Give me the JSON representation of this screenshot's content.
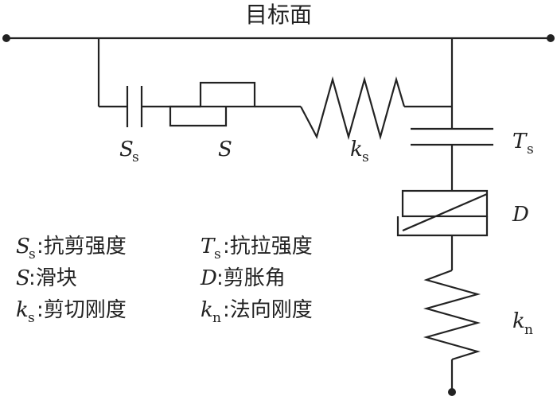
{
  "title": "目标面",
  "symbols": {
    "Ss_main": "S",
    "Ss_sub": "s",
    "S": "S",
    "ks_main": "k",
    "ks_sub": "s",
    "Ts_main": "T",
    "Ts_sub": "s",
    "D": "D",
    "kn_main": "k",
    "kn_sub": "n"
  },
  "legend": [
    {
      "main": "S",
      "sub": "s",
      "desc": ":抗剪强度"
    },
    {
      "main": "S",
      "sub": "",
      "desc": ":滑块"
    },
    {
      "main": "k",
      "sub": "s",
      "desc": ":剪切刚度"
    },
    {
      "main": "T",
      "sub": "s",
      "desc": ":抗拉强度"
    },
    {
      "main": "D",
      "sub": "",
      "desc": ":剪胀角"
    },
    {
      "main": "k",
      "sub": "n",
      "desc": ":法向刚度"
    }
  ]
}
